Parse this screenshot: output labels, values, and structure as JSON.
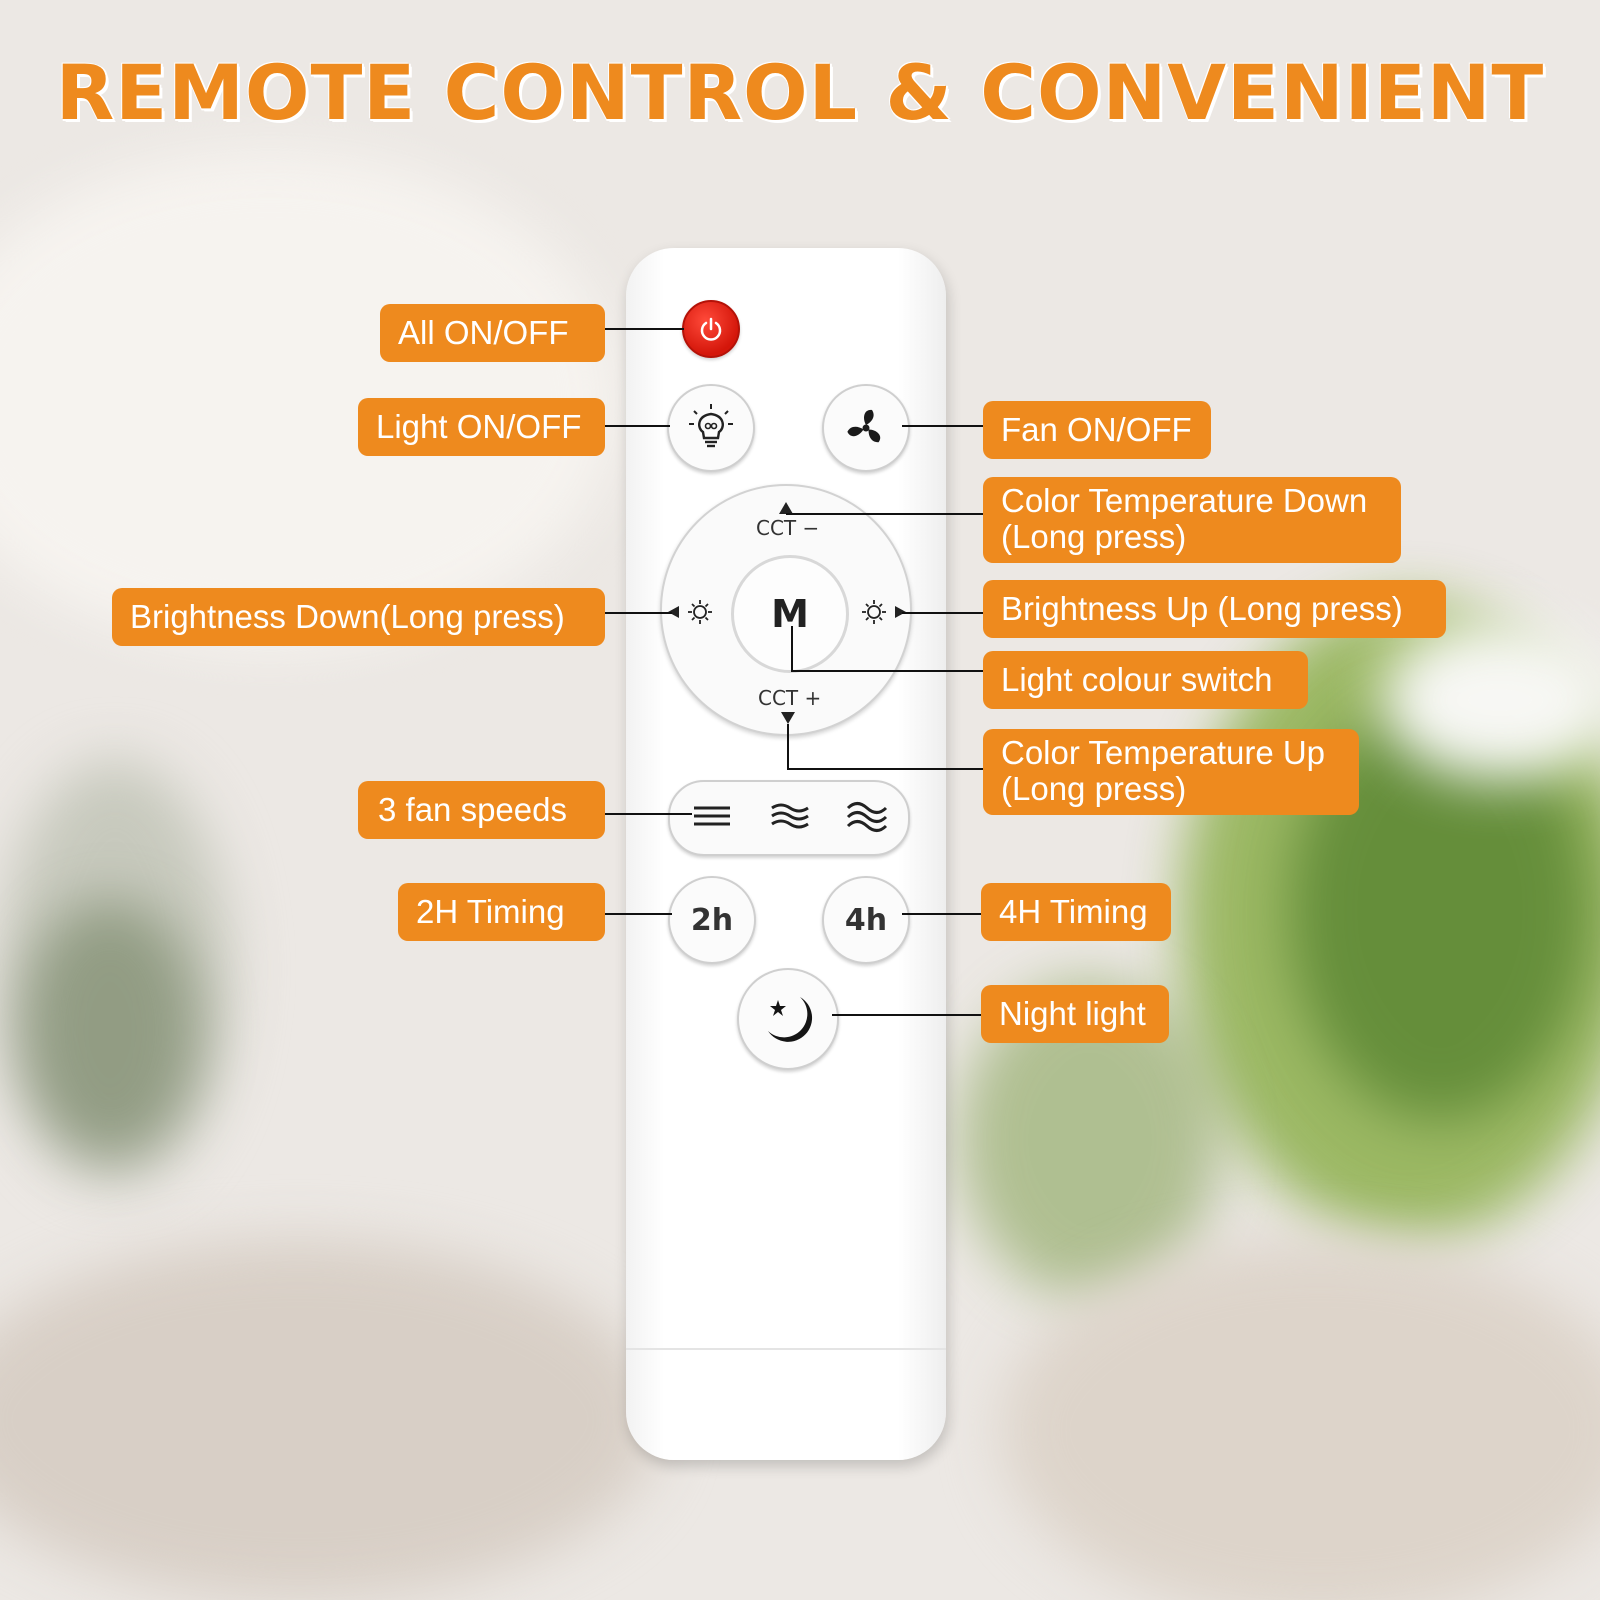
{
  "headline": "REMOTE CONTROL & CONVENIENT",
  "colors": {
    "accent": "#ee8a1e",
    "power_button": "#e0190c",
    "remote_body": "#ffffff"
  },
  "remote": {
    "dpad_center": "M",
    "cct_minus": "CCT −",
    "cct_plus": "CCT +",
    "timer_2h": "2h",
    "timer_4h": "4h"
  },
  "callouts": {
    "all_on_off": "All ON/OFF",
    "light_on_off": "Light ON/OFF",
    "fan_on_off": "Fan ON/OFF",
    "cct_down_line1": "Color Temperature Down",
    "cct_down_line2": "(Long press)",
    "brightness_down": "Brightness Down(Long press)",
    "brightness_up": "Brightness Up (Long press)",
    "light_colour_switch": "Light colour switch",
    "cct_up_line1": "Color Temperature Up",
    "cct_up_line2": "(Long press)",
    "fan_speeds": "3 fan speeds",
    "timing_2h": "2H Timing",
    "timing_4h": "4H Timing",
    "night_light": "Night light"
  },
  "icons": [
    "power-icon",
    "light-bulb-icon",
    "fan-icon",
    "brightness-down-icon",
    "brightness-up-icon",
    "fan-speed-low-icon",
    "fan-speed-mid-icon",
    "fan-speed-high-icon",
    "moon-star-icon"
  ]
}
